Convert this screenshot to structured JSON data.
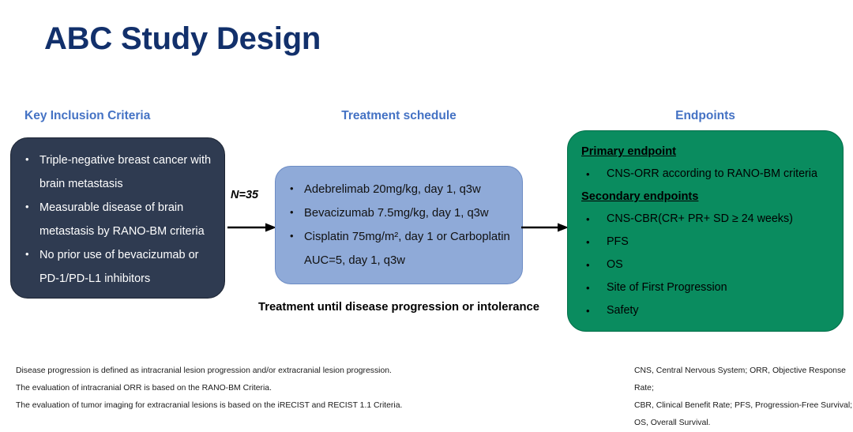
{
  "slide": {
    "title": "ABC Study Design",
    "colors": {
      "title": "#12306b",
      "header_blue": "#4472c4",
      "inclusion_box": "#2f3b51",
      "treatment_box": "#8faad8",
      "endpoints_box": "#0a8c5f",
      "background": "#ffffff"
    }
  },
  "headers": {
    "inclusion": "Key Inclusion Criteria",
    "treatment": "Treatment schedule",
    "endpoints": "Endpoints"
  },
  "inclusion": {
    "items": [
      "Triple-negative breast cancer with brain metastasis",
      "Measurable disease of brain metastasis by RANO-BM criteria",
      "No prior use of bevacizumab or PD-1/PD-L1 inhibitors"
    ]
  },
  "enrollment": {
    "label": "N=35"
  },
  "treatment": {
    "items": [
      "Adebrelimab 20mg/kg, day 1, q3w",
      "Bevacizumab 7.5mg/kg, day 1, q3w",
      "Cisplatin 75mg/m², day 1 or Carboplatin AUC=5, day 1, q3w"
    ],
    "caption": "Treatment until disease progression or intolerance"
  },
  "endpoints": {
    "primary_heading": "Primary endpoint",
    "primary_items": [
      "CNS-ORR according to RANO-BM criteria"
    ],
    "secondary_heading": "Secondary endpoints",
    "secondary_items": [
      "CNS-CBR(CR+ PR+ SD ≥ 24 weeks)",
      "PFS",
      "OS",
      "Site of First Progression",
      "Safety"
    ]
  },
  "footnotes": {
    "left": [
      "Disease progression is defined as intracranial lesion progression  and/or extracranial lesion progression.",
      "The evaluation of intracranial ORR is based on the RANO-BM Criteria.",
      "The evaluation of tumor imaging for extracranial lesions is based on the iRECIST and RECIST 1.1 Criteria."
    ],
    "right": [
      "CNS, Central Nervous System;  ORR, Objective Response Rate;",
      "CBR, Clinical Benefit Rate; PFS, Progression-Free Survival;",
      "OS, Overall Survival."
    ]
  }
}
